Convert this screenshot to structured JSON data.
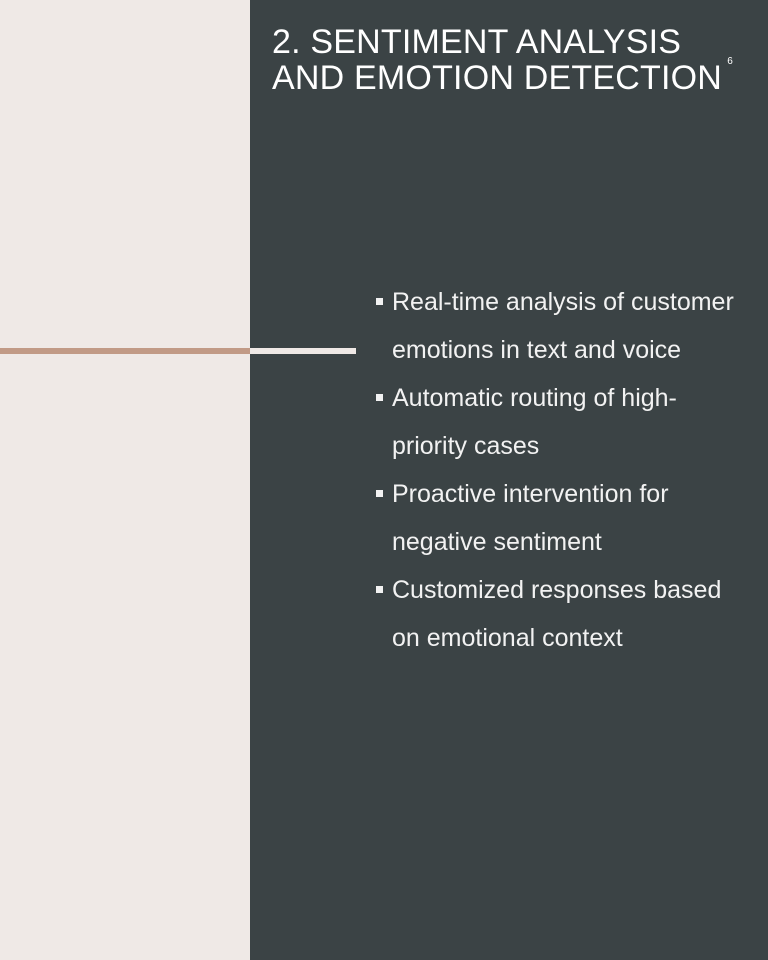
{
  "slide": {
    "title": "2. SENTIMENT ANALYSIS AND EMOTION DETECTION",
    "slide_number": "6",
    "bullets": [
      "Real-time analysis of customer emotions in text and voice",
      "Automatic routing of high-priority cases",
      "Proactive intervention for negative sentiment",
      "Customized responses based on emotional context"
    ],
    "bullet_icon": "square-bullet-icon"
  },
  "colors": {
    "background_light": "#efe9e6",
    "panel_dark": "#3b4345",
    "accent": "#c19a86",
    "text": "#ffffff"
  }
}
